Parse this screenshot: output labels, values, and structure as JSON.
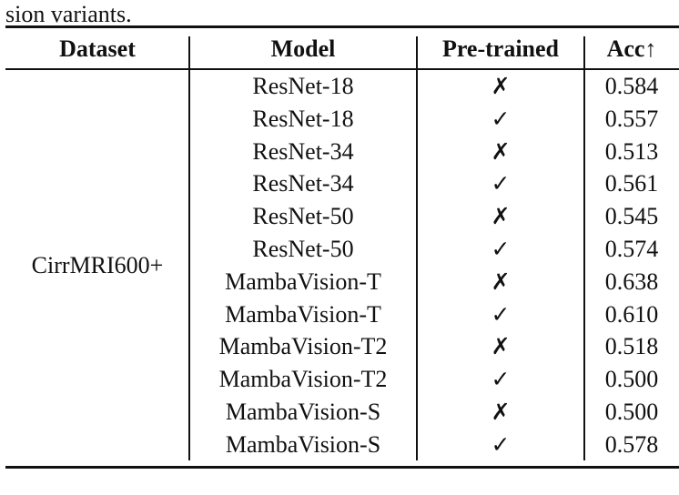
{
  "caption_tail": "sion variants.",
  "table": {
    "headers": {
      "dataset": "Dataset",
      "model": "Model",
      "pretrained": "Pre-trained",
      "acc": "Acc↑"
    },
    "dataset_name": "CirrMRI600+",
    "rows": [
      {
        "model": "ResNet-18",
        "pretrained": "✗",
        "acc": "0.584"
      },
      {
        "model": "ResNet-18",
        "pretrained": "✓",
        "acc": "0.557"
      },
      {
        "model": "ResNet-34",
        "pretrained": "✗",
        "acc": "0.513"
      },
      {
        "model": "ResNet-34",
        "pretrained": "✓",
        "acc": "0.561"
      },
      {
        "model": "ResNet-50",
        "pretrained": "✗",
        "acc": "0.545"
      },
      {
        "model": "ResNet-50",
        "pretrained": "✓",
        "acc": "0.574"
      },
      {
        "model": "MambaVision-T",
        "pretrained": "✗",
        "acc": "0.638"
      },
      {
        "model": "MambaVision-T",
        "pretrained": "✓",
        "acc": "0.610"
      },
      {
        "model": "MambaVision-T2",
        "pretrained": "✗",
        "acc": "0.518"
      },
      {
        "model": "MambaVision-T2",
        "pretrained": "✓",
        "acc": "0.500"
      },
      {
        "model": "MambaVision-S",
        "pretrained": "✗",
        "acc": "0.500"
      },
      {
        "model": "MambaVision-S",
        "pretrained": "✓",
        "acc": "0.578"
      }
    ]
  }
}
